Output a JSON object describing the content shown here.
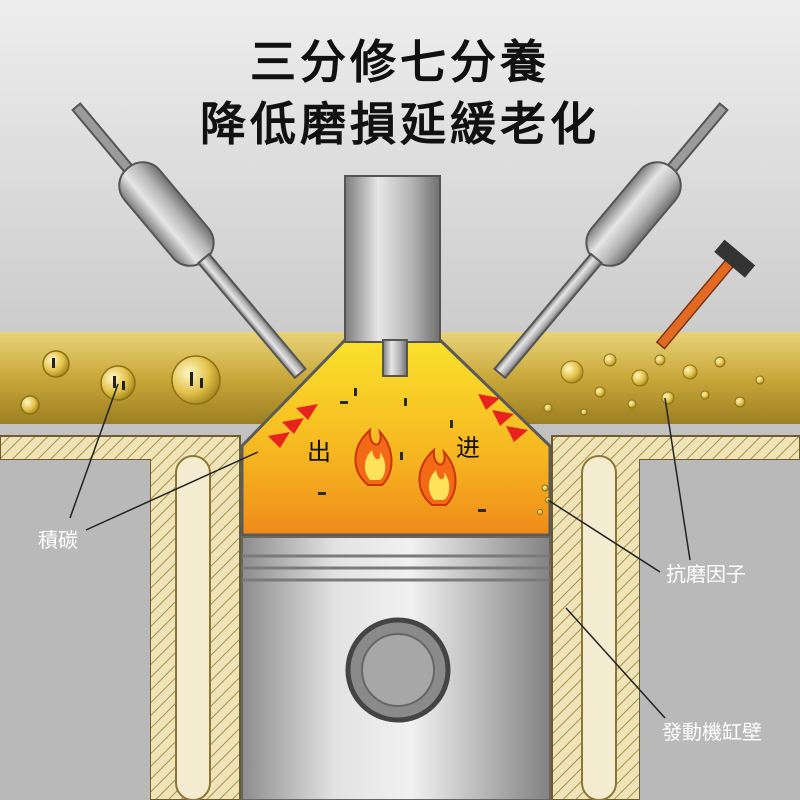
{
  "title": {
    "line1": "三分修七分養",
    "line2": "降低磨損延緩老化"
  },
  "labels": {
    "carbon": "積碳",
    "anti_wear": "抗磨因子",
    "cylinder_wall": "發動機缸壁",
    "exhaust": "出",
    "intake": "进"
  },
  "colors": {
    "background_top": "#e6e6e6",
    "background_bottom": "#9a9a9a",
    "oil": "#c8a93c",
    "combustion_top": "#f7dc2a",
    "combustion_bottom": "#f29a1c",
    "arrow": "#e8231f",
    "wall_hatch": "#d8c890"
  },
  "icons": [
    "flame-icon",
    "hammer-icon",
    "red-arrow-icon"
  ]
}
